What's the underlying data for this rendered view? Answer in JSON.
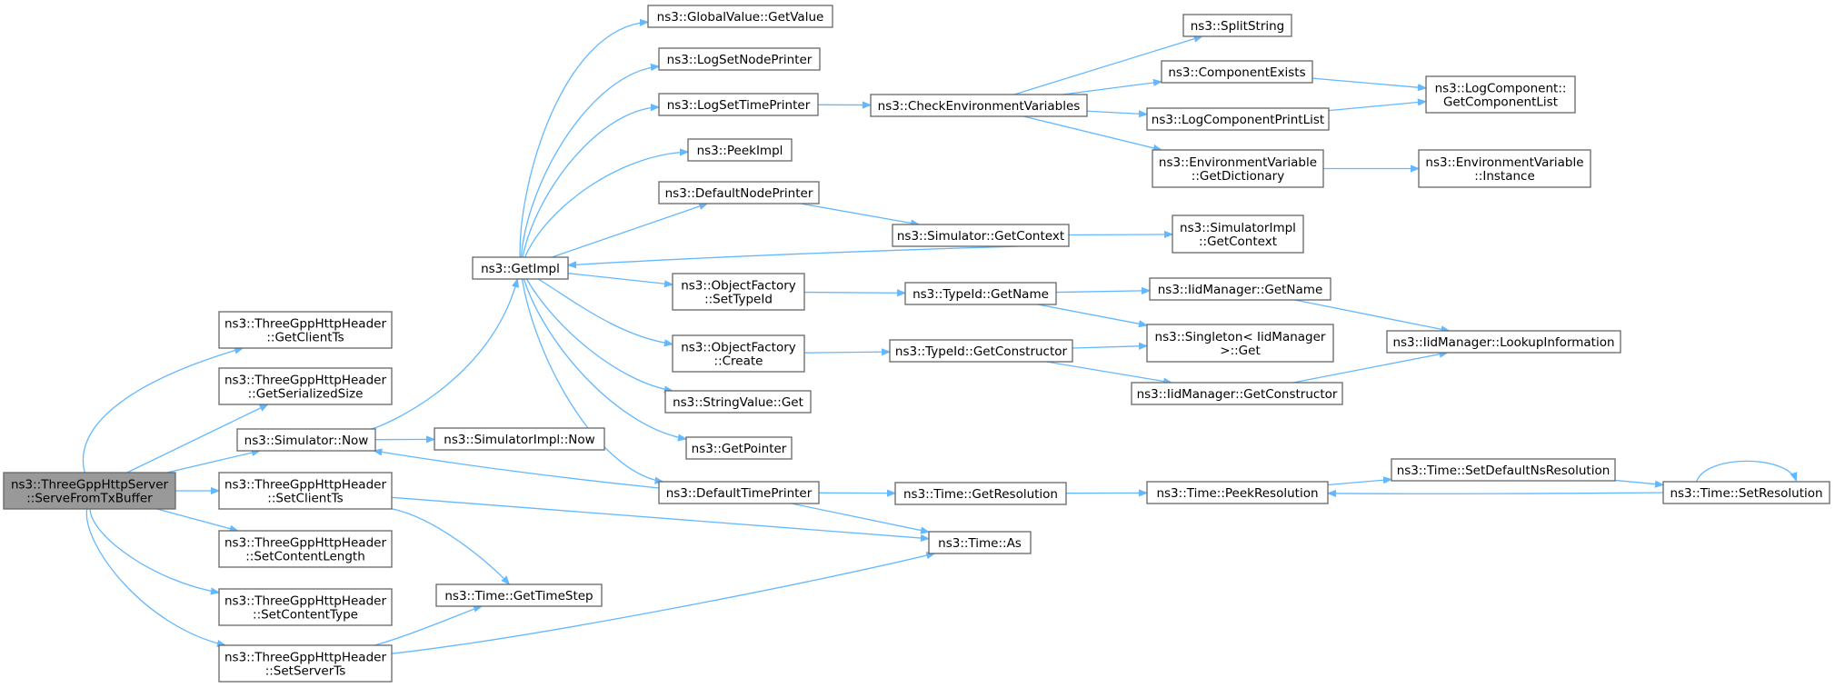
{
  "colors": {
    "edge": "#63b8ff",
    "node_border": "#666666",
    "root_fill": "#999999",
    "node_fill": "#ffffff"
  },
  "nodes": [
    {
      "id": "serve",
      "lines": [
        "ns3::ThreeGppHttpServer",
        "::ServeFromTxBuffer"
      ],
      "root": true
    },
    {
      "id": "getclientts",
      "lines": [
        "ns3::ThreeGppHttpHeader",
        "::GetClientTs"
      ]
    },
    {
      "id": "getserializedsize",
      "lines": [
        "ns3::ThreeGppHttpHeader",
        "::GetSerializedSize"
      ]
    },
    {
      "id": "simnow",
      "lines": [
        "ns3::Simulator::Now"
      ]
    },
    {
      "id": "setclientts",
      "lines": [
        "ns3::ThreeGppHttpHeader",
        "::SetClientTs"
      ]
    },
    {
      "id": "setcontentlength",
      "lines": [
        "ns3::ThreeGppHttpHeader",
        "::SetContentLength"
      ]
    },
    {
      "id": "setcontenttype",
      "lines": [
        "ns3::ThreeGppHttpHeader",
        "::SetContentType"
      ]
    },
    {
      "id": "setserverts",
      "lines": [
        "ns3::ThreeGppHttpHeader",
        "::SetServerTs"
      ]
    },
    {
      "id": "getimpl",
      "lines": [
        "ns3::GetImpl"
      ]
    },
    {
      "id": "simimplnow",
      "lines": [
        "ns3::SimulatorImpl::Now"
      ]
    },
    {
      "id": "gettimestep",
      "lines": [
        "ns3::Time::GetTimeStep"
      ]
    },
    {
      "id": "gvgetvalue",
      "lines": [
        "ns3::GlobalValue::GetValue"
      ]
    },
    {
      "id": "logsetnodeprinter",
      "lines": [
        "ns3::LogSetNodePrinter"
      ]
    },
    {
      "id": "logsettimeprinter",
      "lines": [
        "ns3::LogSetTimePrinter"
      ]
    },
    {
      "id": "peekimpl",
      "lines": [
        "ns3::PeekImpl"
      ]
    },
    {
      "id": "defaultnodeprinter",
      "lines": [
        "ns3::DefaultNodePrinter"
      ]
    },
    {
      "id": "ofsettypeid",
      "lines": [
        "ns3::ObjectFactory",
        "::SetTypeId"
      ]
    },
    {
      "id": "ofcreate",
      "lines": [
        "ns3::ObjectFactory",
        "::Create"
      ]
    },
    {
      "id": "stringvalueget",
      "lines": [
        "ns3::StringValue::Get"
      ]
    },
    {
      "id": "getpointer",
      "lines": [
        "ns3::GetPointer"
      ]
    },
    {
      "id": "defaulttimeprinter",
      "lines": [
        "ns3::DefaultTimePrinter"
      ]
    },
    {
      "id": "checkenv",
      "lines": [
        "ns3::CheckEnvironmentVariables"
      ]
    },
    {
      "id": "simgetcontext",
      "lines": [
        "ns3::Simulator::GetContext"
      ]
    },
    {
      "id": "typeidgetname",
      "lines": [
        "ns3::TypeId::GetName"
      ]
    },
    {
      "id": "typeidgetconstructor",
      "lines": [
        "ns3::TypeId::GetConstructor"
      ]
    },
    {
      "id": "timegetresolution",
      "lines": [
        "ns3::Time::GetResolution"
      ]
    },
    {
      "id": "timeas",
      "lines": [
        "ns3::Time::As"
      ]
    },
    {
      "id": "splitstring",
      "lines": [
        "ns3::SplitString"
      ]
    },
    {
      "id": "componentexists",
      "lines": [
        "ns3::ComponentExists"
      ]
    },
    {
      "id": "logcomponentprintlist",
      "lines": [
        "ns3::LogComponentPrintList"
      ]
    },
    {
      "id": "envgetdictionary",
      "lines": [
        "ns3::EnvironmentVariable",
        "::GetDictionary"
      ]
    },
    {
      "id": "simimplgetcontext",
      "lines": [
        "ns3::SimulatorImpl",
        "::GetContext"
      ]
    },
    {
      "id": "iidgetname",
      "lines": [
        "ns3::IidManager::GetName"
      ]
    },
    {
      "id": "singletonget",
      "lines": [
        "ns3::Singleton< IidManager",
        ">::Get"
      ]
    },
    {
      "id": "iidgetconstructor",
      "lines": [
        "ns3::IidManager::GetConstructor"
      ]
    },
    {
      "id": "timepeekresolution",
      "lines": [
        "ns3::Time::PeekResolution"
      ]
    },
    {
      "id": "logcomponentgetlist",
      "lines": [
        "ns3::LogComponent::",
        "GetComponentList"
      ]
    },
    {
      "id": "envinstance",
      "lines": [
        "ns3::EnvironmentVariable",
        "::Instance"
      ]
    },
    {
      "id": "iidlookup",
      "lines": [
        "ns3::IidManager::LookupInformation"
      ]
    },
    {
      "id": "timesetdefaultns",
      "lines": [
        "ns3::Time::SetDefaultNsResolution"
      ]
    },
    {
      "id": "timesetresolution",
      "lines": [
        "ns3::Time::SetResolution"
      ]
    }
  ],
  "edges": [
    [
      "serve",
      "getclientts"
    ],
    [
      "serve",
      "getserializedsize"
    ],
    [
      "serve",
      "simnow"
    ],
    [
      "serve",
      "setclientts"
    ],
    [
      "serve",
      "setcontentlength"
    ],
    [
      "serve",
      "setcontenttype"
    ],
    [
      "serve",
      "setserverts"
    ],
    [
      "simnow",
      "getimpl"
    ],
    [
      "simnow",
      "simimplnow"
    ],
    [
      "setclientts",
      "gettimestep"
    ],
    [
      "setclientts",
      "timeas"
    ],
    [
      "setserverts",
      "gettimestep"
    ],
    [
      "setserverts",
      "timeas"
    ],
    [
      "getimpl",
      "gvgetvalue"
    ],
    [
      "getimpl",
      "logsetnodeprinter"
    ],
    [
      "getimpl",
      "logsettimeprinter"
    ],
    [
      "getimpl",
      "peekimpl"
    ],
    [
      "getimpl",
      "defaultnodeprinter"
    ],
    [
      "getimpl",
      "ofsettypeid"
    ],
    [
      "getimpl",
      "ofcreate"
    ],
    [
      "getimpl",
      "stringvalueget"
    ],
    [
      "getimpl",
      "getpointer"
    ],
    [
      "getimpl",
      "defaulttimeprinter"
    ],
    [
      "logsettimeprinter",
      "checkenv"
    ],
    [
      "defaultnodeprinter",
      "simgetcontext"
    ],
    [
      "simgetcontext",
      "getimpl"
    ],
    [
      "simgetcontext",
      "simimplgetcontext"
    ],
    [
      "ofsettypeid",
      "typeidgetname"
    ],
    [
      "ofcreate",
      "typeidgetconstructor"
    ],
    [
      "defaulttimeprinter",
      "simnow"
    ],
    [
      "defaulttimeprinter",
      "timegetresolution"
    ],
    [
      "defaulttimeprinter",
      "timeas"
    ],
    [
      "checkenv",
      "splitstring"
    ],
    [
      "checkenv",
      "componentexists"
    ],
    [
      "checkenv",
      "logcomponentprintlist"
    ],
    [
      "checkenv",
      "envgetdictionary"
    ],
    [
      "componentexists",
      "logcomponentgetlist"
    ],
    [
      "logcomponentprintlist",
      "logcomponentgetlist"
    ],
    [
      "envgetdictionary",
      "envinstance"
    ],
    [
      "typeidgetname",
      "iidgetname"
    ],
    [
      "typeidgetname",
      "singletonget"
    ],
    [
      "typeidgetconstructor",
      "singletonget"
    ],
    [
      "typeidgetconstructor",
      "iidgetconstructor"
    ],
    [
      "iidgetname",
      "iidlookup"
    ],
    [
      "iidgetconstructor",
      "iidlookup"
    ],
    [
      "timegetresolution",
      "timepeekresolution"
    ],
    [
      "timepeekresolution",
      "timesetdefaultns"
    ],
    [
      "timesetdefaultns",
      "timesetresolution"
    ],
    [
      "timesetresolution",
      "timepeekresolution"
    ],
    [
      "timesetresolution",
      "timesetresolution"
    ]
  ]
}
